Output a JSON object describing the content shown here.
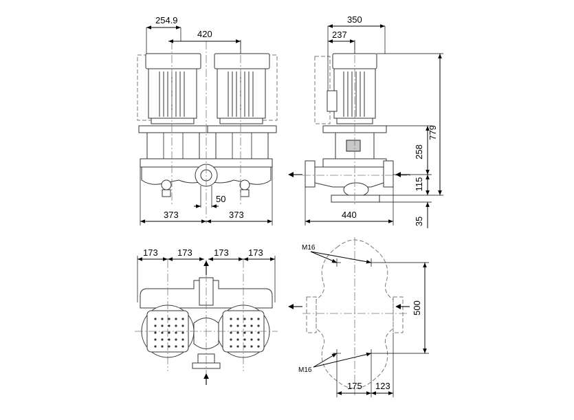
{
  "dimensions": {
    "front_view": {
      "motor_offset": "254.9",
      "motor_spacing": "420",
      "half_width_left": "373",
      "half_width_right": "373",
      "center_offset": "50"
    },
    "side_view": {
      "total_depth": "350",
      "motor_depth": "237",
      "overall_height": "779",
      "upper_height": "258",
      "port_height": "115",
      "base_height": "35",
      "base_length": "440"
    },
    "top_view": {
      "spacing_1": "173",
      "spacing_2": "173",
      "spacing_3": "173",
      "spacing_4": "173"
    },
    "foundation_view": {
      "bolt_label_top": "M16",
      "bolt_label_bottom": "M16",
      "height": "500",
      "width_left": "175",
      "width_right": "123"
    }
  },
  "colors": {
    "line": "#000000",
    "part_fill": "#ffffff",
    "shade_fill": "#c8c8c8",
    "hidden_outline": "#777777"
  }
}
